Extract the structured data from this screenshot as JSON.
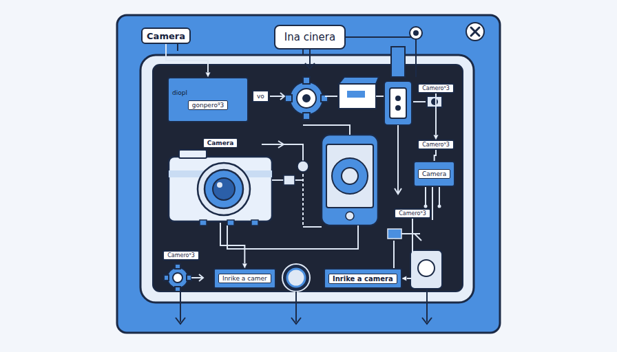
{
  "diagram": {
    "nodes": [
      {
        "text": [
          "Camera"
        ]
      },
      {
        "text": [
          "Ina cinera"
        ]
      },
      {
        "text": [
          "diopl",
          "gonpero⁹3"
        ]
      },
      {
        "text": [
          "vo"
        ]
      },
      {
        "text": [
          "Camera"
        ]
      },
      {
        "text": [
          "Camero⁹3"
        ]
      },
      {
        "text": [
          "Camero⁹3"
        ]
      },
      {
        "text": [
          "Camera"
        ]
      },
      {
        "text": [
          "Camero⁹3"
        ]
      },
      {
        "text": [
          "Camero⁹3"
        ]
      },
      {
        "text": [
          "Inrike a camer"
        ]
      },
      {
        "text": [
          "Inrike a camera"
        ]
      }
    ],
    "edges": [
      {
        "from": 0,
        "to": 2,
        "arrow": "to"
      },
      {
        "from": 5,
        "to": 6,
        "arrow": "to"
      },
      {
        "from": 6,
        "to": 7,
        "arrow": "none"
      },
      {
        "from": 4,
        "to": 10,
        "arrow": "to"
      },
      {
        "from": 8,
        "to": 11,
        "arrow": "to"
      }
    ]
  }
}
